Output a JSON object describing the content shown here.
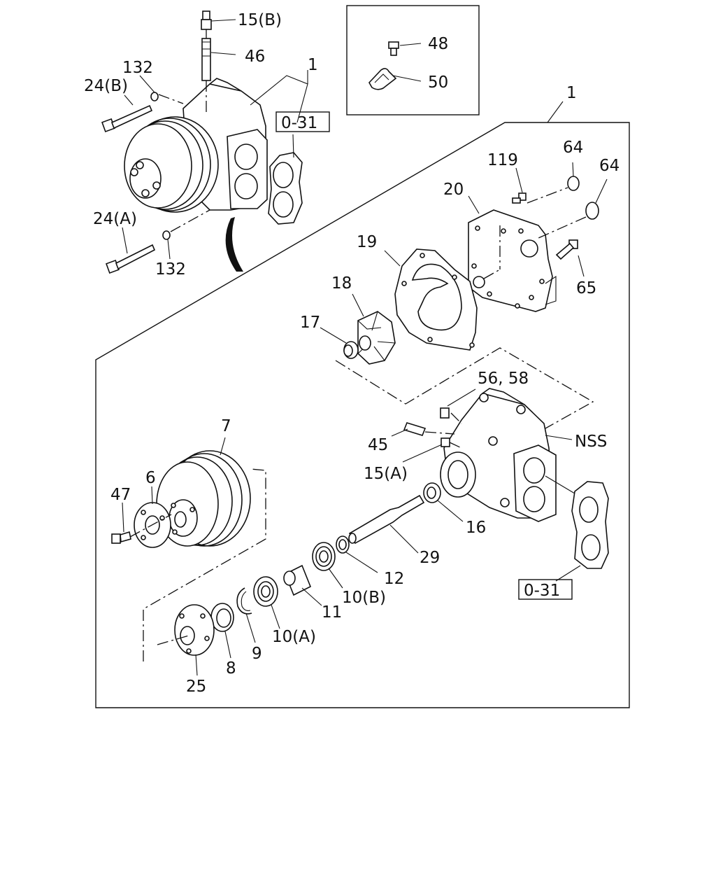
{
  "diagram": {
    "callouts": {
      "c15b": "15(B)",
      "c46": "46",
      "c132_top": "132",
      "c24b": "24(B)",
      "c1_top": "1",
      "c031_top": "0-31",
      "c24a": "24(A)",
      "c132_bot": "132",
      "c48": "48",
      "c50": "50",
      "c1_main": "1",
      "c119": "119",
      "c64a": "64",
      "c64b": "64",
      "c20": "20",
      "c19": "19",
      "c65": "65",
      "c18": "18",
      "c17": "17",
      "c5658": "56, 58",
      "c45": "45",
      "cNSS": "NSS",
      "c15a": "15(A)",
      "c7": "7",
      "c6": "6",
      "c47": "47",
      "c16": "16",
      "c29": "29",
      "c12": "12",
      "c10b": "10(B)",
      "c11": "11",
      "c031_bot": "0-31",
      "c10a": "10(A)",
      "c9": "9",
      "c8": "8",
      "c25": "25"
    }
  }
}
